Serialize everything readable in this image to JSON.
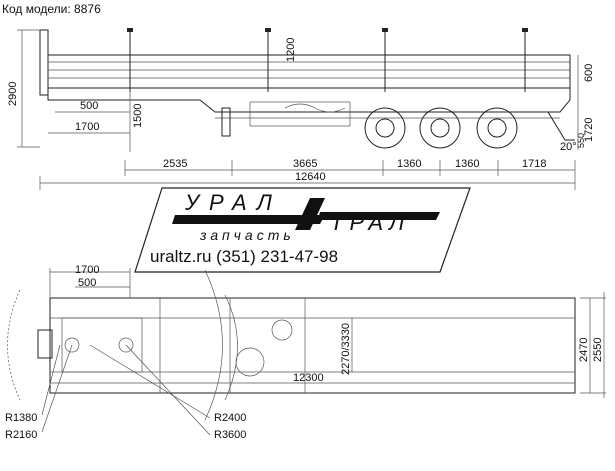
{
  "caption": "Код модели: 8876",
  "logo": {
    "word1": "УРАЛ",
    "word2": "ТРАЛ",
    "word3": "запчасть"
  },
  "contact": "uraltz.ru  (351) 231-47-98",
  "side_view": {
    "height_total": "2900",
    "stake_height": "1200",
    "board_height": "600",
    "deck_height": "1500",
    "rear_height": "1720",
    "rear_clearance": "550",
    "kingpin_offset": "500",
    "landing_gear": "1700",
    "angle": "20°",
    "segments": [
      "2535",
      "3665",
      "1360",
      "1360",
      "1718"
    ],
    "overall_length": "12640"
  },
  "top_view": {
    "dim_1700": "1700",
    "dim_500": "500",
    "inner_width": "2270/3330",
    "deck_length": "12300",
    "width_2470": "2470",
    "width_2550": "2550",
    "radii": [
      "R1380",
      "R2160",
      "R2400",
      "R3600"
    ]
  }
}
